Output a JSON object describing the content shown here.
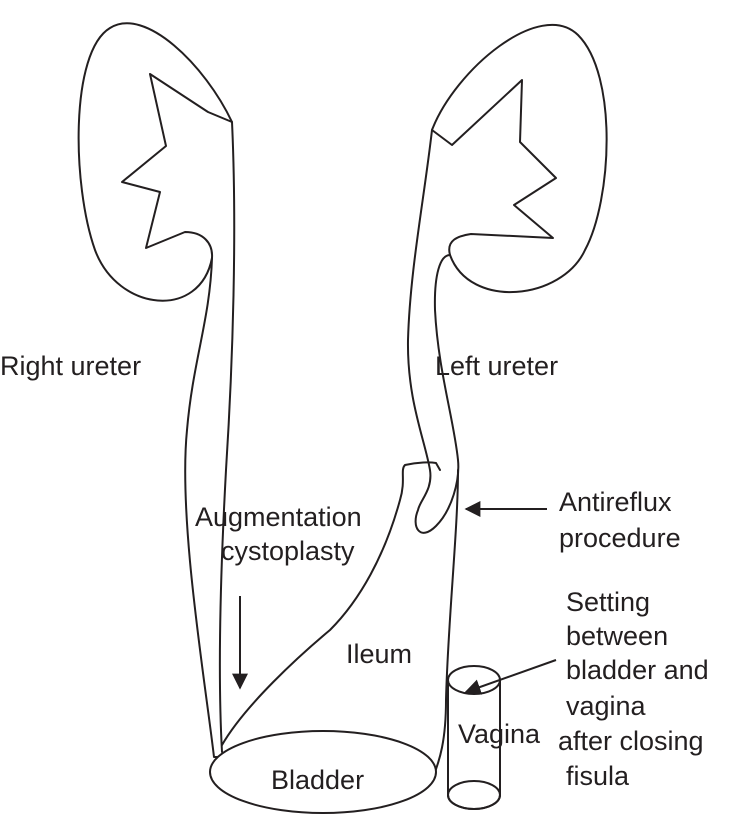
{
  "labels": {
    "right_ureter": "Right ureter",
    "left_ureter": "Left ureter",
    "augmentation": [
      "Augmentation",
      "cystoplasty"
    ],
    "antireflux": [
      "Antireflux",
      "procedure"
    ],
    "setting": [
      "Setting",
      "between",
      "bladder and",
      "vagina",
      "after closing",
      "fisula"
    ],
    "ileum": "Ileum",
    "vagina": "Vagina",
    "bladder": "Bladder"
  },
  "colors": {
    "ink": "#231f20",
    "background": "#ffffff"
  }
}
